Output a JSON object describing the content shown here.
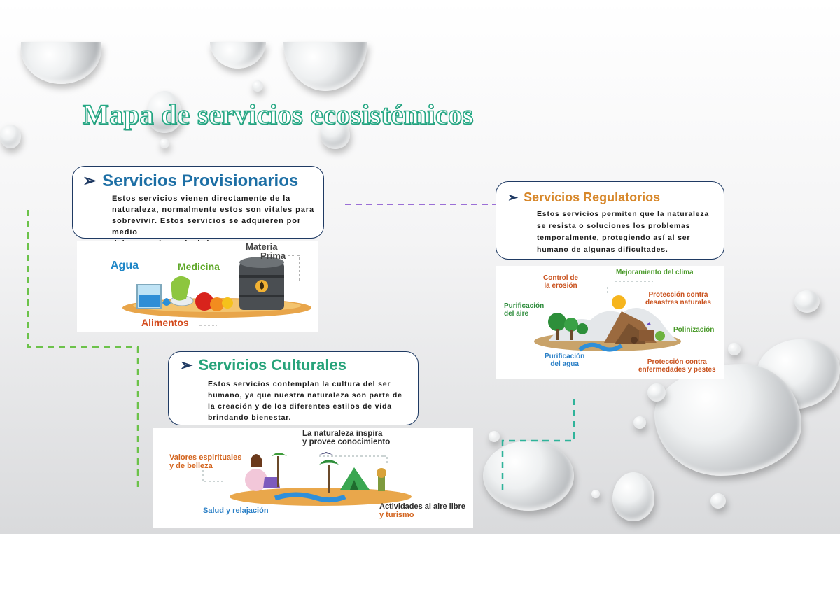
{
  "title": "Mapa de servicios ecosistémicos",
  "arrow_glyph": "➢",
  "provisioning": {
    "heading": "Servicios Provisionarios",
    "body_lines": [
      "Estos servicios vienen directamente de la",
      "naturaleza, normalmente estos son vitales para",
      "sobrevivir. Estos servicios se adquieren por medio",
      "del comercio es decir los compramos."
    ],
    "image_labels": {
      "agua": "Agua",
      "medicina": "Medicina",
      "materia": "Materia",
      "prima": "Prima",
      "alimentos": "Alimentos"
    }
  },
  "regulatory": {
    "heading": "Servicios Regulatorios",
    "body_lines": [
      "Estos servicios permiten que la naturaleza",
      "se resista o soluciones los problemas",
      "temporalmente, protegiendo así al ser",
      "humano de algunas dificultades."
    ],
    "image_labels": {
      "control1": "Control de",
      "control2": "la erosión",
      "clima": "Mejoramiento del clima",
      "purif_aire1": "Purificación",
      "purif_aire2": "del aire",
      "desastres1": "Protección contra",
      "desastres2": "desastres naturales",
      "polinizacion": "Polinización",
      "purif_agua1": "Purificación",
      "purif_agua2": "del agua",
      "plagas1": "Protección contra",
      "plagas2": "enfermedades y pestes"
    }
  },
  "cultural": {
    "heading": "Servicios Culturales",
    "body_lines": [
      "Estos servicios contemplan la cultura del  ser",
      "humano, ya que nuestra naturaleza son parte de",
      "la creación y de los diferentes estilos de vida",
      "brindando bienestar."
    ],
    "image_labels": {
      "inspira1": "La naturaleza inspira",
      "inspira2": "y provee conocimiento",
      "valores1": "Valores espirituales",
      "valores2": "y de belleza",
      "salud": "Salud y relajación",
      "actividades1": "Actividades al aire libre",
      "actividades2": "y turismo"
    }
  },
  "colors": {
    "title_green": "#25a884",
    "prov_blue": "#1d6fa5",
    "reg_orange": "#d7872a",
    "cult_green": "#27a37a",
    "border_navy": "#1f3a63",
    "connector_purple": "#9b6fd6",
    "connector_green": "#6cc24a",
    "connector_teal": "#2fb39a"
  }
}
